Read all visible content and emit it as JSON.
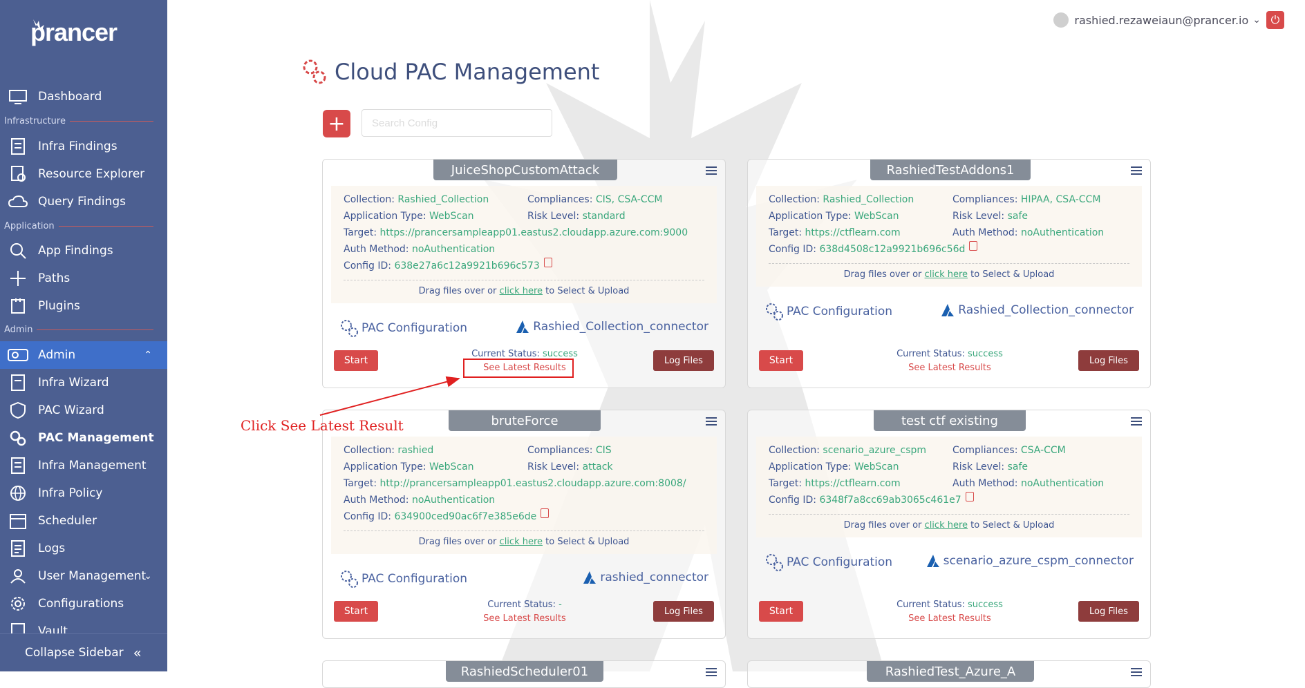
{
  "brand": {
    "logo_text": "prancer"
  },
  "sidebar": {
    "items": [
      {
        "label": "Dashboard",
        "icon": "dashboard-icon"
      },
      {
        "label": "Infra Findings",
        "icon": "list-icon"
      },
      {
        "label": "Resource Explorer",
        "icon": "resource-explorer-icon"
      },
      {
        "label": "Query Findings",
        "icon": "cloud-icon"
      },
      {
        "label": "App Findings",
        "icon": "search-icon"
      },
      {
        "label": "Paths",
        "icon": "paths-icon"
      },
      {
        "label": "Plugins",
        "icon": "plugins-icon"
      },
      {
        "label": "Admin",
        "icon": "admin-icon"
      },
      {
        "label": "Infra Wizard",
        "icon": "wizard-icon"
      },
      {
        "label": "PAC Wizard",
        "icon": "shield-icon"
      },
      {
        "label": "PAC Management",
        "icon": "gears-icon"
      },
      {
        "label": "Infra Management",
        "icon": "list-icon"
      },
      {
        "label": "Infra Policy",
        "icon": "globe-icon"
      },
      {
        "label": "Scheduler",
        "icon": "calendar-icon"
      },
      {
        "label": "Logs",
        "icon": "logs-icon"
      },
      {
        "label": "User Management",
        "icon": "users-icon"
      },
      {
        "label": "Configurations",
        "icon": "gear-icon"
      },
      {
        "label": "Vault",
        "icon": "vault-icon"
      }
    ],
    "sections": {
      "infrastructure": "Infrastructure",
      "application": "Application",
      "admin": "Admin"
    },
    "collapse_label": "Collapse Sidebar"
  },
  "header": {
    "user_email": "rashied.rezaweiaun@prancer.io",
    "page_title": "Cloud PAC Management",
    "search_placeholder": "Search Config",
    "add_label": "+"
  },
  "labels": {
    "collection": "Collection:",
    "compliances": "Compliances:",
    "app_type": "Application Type:",
    "risk": "Risk Level:",
    "target": "Target:",
    "auth": "Auth Method:",
    "config_id": "Config ID:",
    "drag_pre": "Drag files over or",
    "drag_link": "click here",
    "drag_post": "to Select & Upload",
    "pac_config": "PAC Configuration",
    "start": "Start",
    "log_files": "Log Files",
    "current_status": "Current Status:",
    "see_results": "See Latest Results"
  },
  "cards": [
    {
      "name": "JuiceShopCustomAttack",
      "collection": "Rashied_Collection",
      "compliances": "CIS, CSA-CCM",
      "app_type": "WebScan",
      "risk": "standard",
      "target": "https://prancersampleapp01.eastus2.cloudapp.azure.com:9000",
      "auth": "noAuthentication",
      "config_id": "638e27a6c12a9921b696c573",
      "connector": "Rashied_Collection_connector",
      "status": "success"
    },
    {
      "name": "RashiedTestAddons1",
      "collection": "Rashied_Collection",
      "compliances": "HIPAA, CSA-CCM",
      "app_type": "WebScan",
      "risk": "safe",
      "target": "https://ctflearn.com",
      "auth": "noAuthentication",
      "config_id": "638d4508c12a9921b696c56d",
      "connector": "Rashied_Collection_connector",
      "status": "success"
    },
    {
      "name": "bruteForce",
      "collection": "rashied",
      "compliances": "CIS",
      "app_type": "WebScan",
      "risk": "attack",
      "target": "http://prancersampleapp01.eastus2.cloudapp.azure.com:8008/",
      "auth": "noAuthentication",
      "config_id": "634900ced90ac6f7e385e6de",
      "connector": "rashied_connector",
      "status": "-"
    },
    {
      "name": "test ctf existing",
      "collection": "scenario_azure_cspm",
      "compliances": "CSA-CCM",
      "app_type": "WebScan",
      "risk": "safe",
      "target": "https://ctflearn.com",
      "auth": "noAuthentication",
      "config_id": "6348f7a8cc69ab3065c461e7",
      "connector": "scenario_azure_cspm_connector",
      "status": "success"
    },
    {
      "name": "RashiedScheduler01"
    },
    {
      "name": "RashiedTest_Azure_A"
    }
  ],
  "annotation": {
    "callout": "Click See Latest Result"
  },
  "colors": {
    "sidebar": "#4c5f91",
    "active": "#3f6fc9",
    "accent": "#d84a4a",
    "log": "#8e3c3c",
    "value": "#3aa77c",
    "annotation": "#e02020"
  }
}
